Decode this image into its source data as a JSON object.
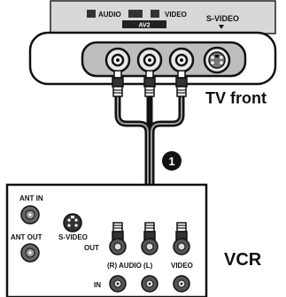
{
  "tv_panel": {
    "labels": {
      "audio": "AUDIO",
      "video": "VIDEO",
      "s_video": "S-VIDEO",
      "av_badge": "AV2"
    },
    "caption": "TV front"
  },
  "step_marker": "1",
  "vcr_panel": {
    "caption": "VCR",
    "labels": {
      "ant_in": "ANT IN",
      "ant_out": "ANT OUT",
      "s_video": "S-VIDEO",
      "out": "OUT",
      "in": "IN",
      "audio": "(R) AUDIO (L)",
      "video": "VIDEO"
    }
  }
}
